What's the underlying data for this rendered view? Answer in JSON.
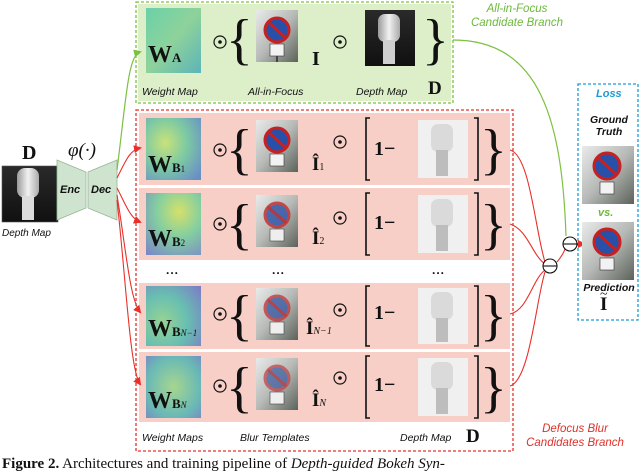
{
  "header": {
    "green_branch_line1": "All-in-Focus",
    "green_branch_line2": "Candidate Branch",
    "red_branch_line1": "Defocus Blur",
    "red_branch_line2": "Candidates Branch",
    "loss_title": "Loss"
  },
  "input": {
    "symbol": "D",
    "caption": "Depth Map",
    "phi": "φ(·)",
    "enc": "Enc",
    "dec": "Dec"
  },
  "green_row": {
    "weight_symbol": "W",
    "weight_sub": "A",
    "image_symbol": "I",
    "label_weight": "Weight Map",
    "label_image": "All-in-Focus",
    "label_depth": "Depth Map",
    "depth_symbol": "D"
  },
  "red_rows": [
    {
      "weight_sub": "B",
      "weight_subsub": "1",
      "image_sub": "1"
    },
    {
      "weight_sub": "B",
      "weight_subsub": "2",
      "image_sub": "2"
    },
    {
      "weight_sub": "B",
      "weight_subsub": "N−1",
      "image_sub": "N−1"
    },
    {
      "weight_sub": "B",
      "weight_subsub": "N",
      "image_sub": "N"
    }
  ],
  "red_labels": {
    "weight_maps": "Weight Maps",
    "blur_templates": "Blur Templates",
    "depth_map": "Depth Map",
    "depth_symbol": "D",
    "one_minus": "1−",
    "ellipsis": "..."
  },
  "loss": {
    "ground_truth_line1": "Ground",
    "ground_truth_line2": "Truth",
    "vs": "vs.",
    "prediction": "Prediction",
    "prediction_symbol": "I"
  },
  "caption": {
    "figure": "Figure 2.",
    "text": " Architectures and training pipeline of ",
    "italic": "Depth-guided Bokeh Syn-"
  },
  "colors": {
    "green_border": "#7cc142",
    "green_fill": "#dcefc9",
    "red_border": "#e8302a",
    "red_fill": "#f8cfc6",
    "loss_border": "#1e9ad6",
    "arrow_red": "#e8302a",
    "arrow_green": "#7cc142"
  }
}
